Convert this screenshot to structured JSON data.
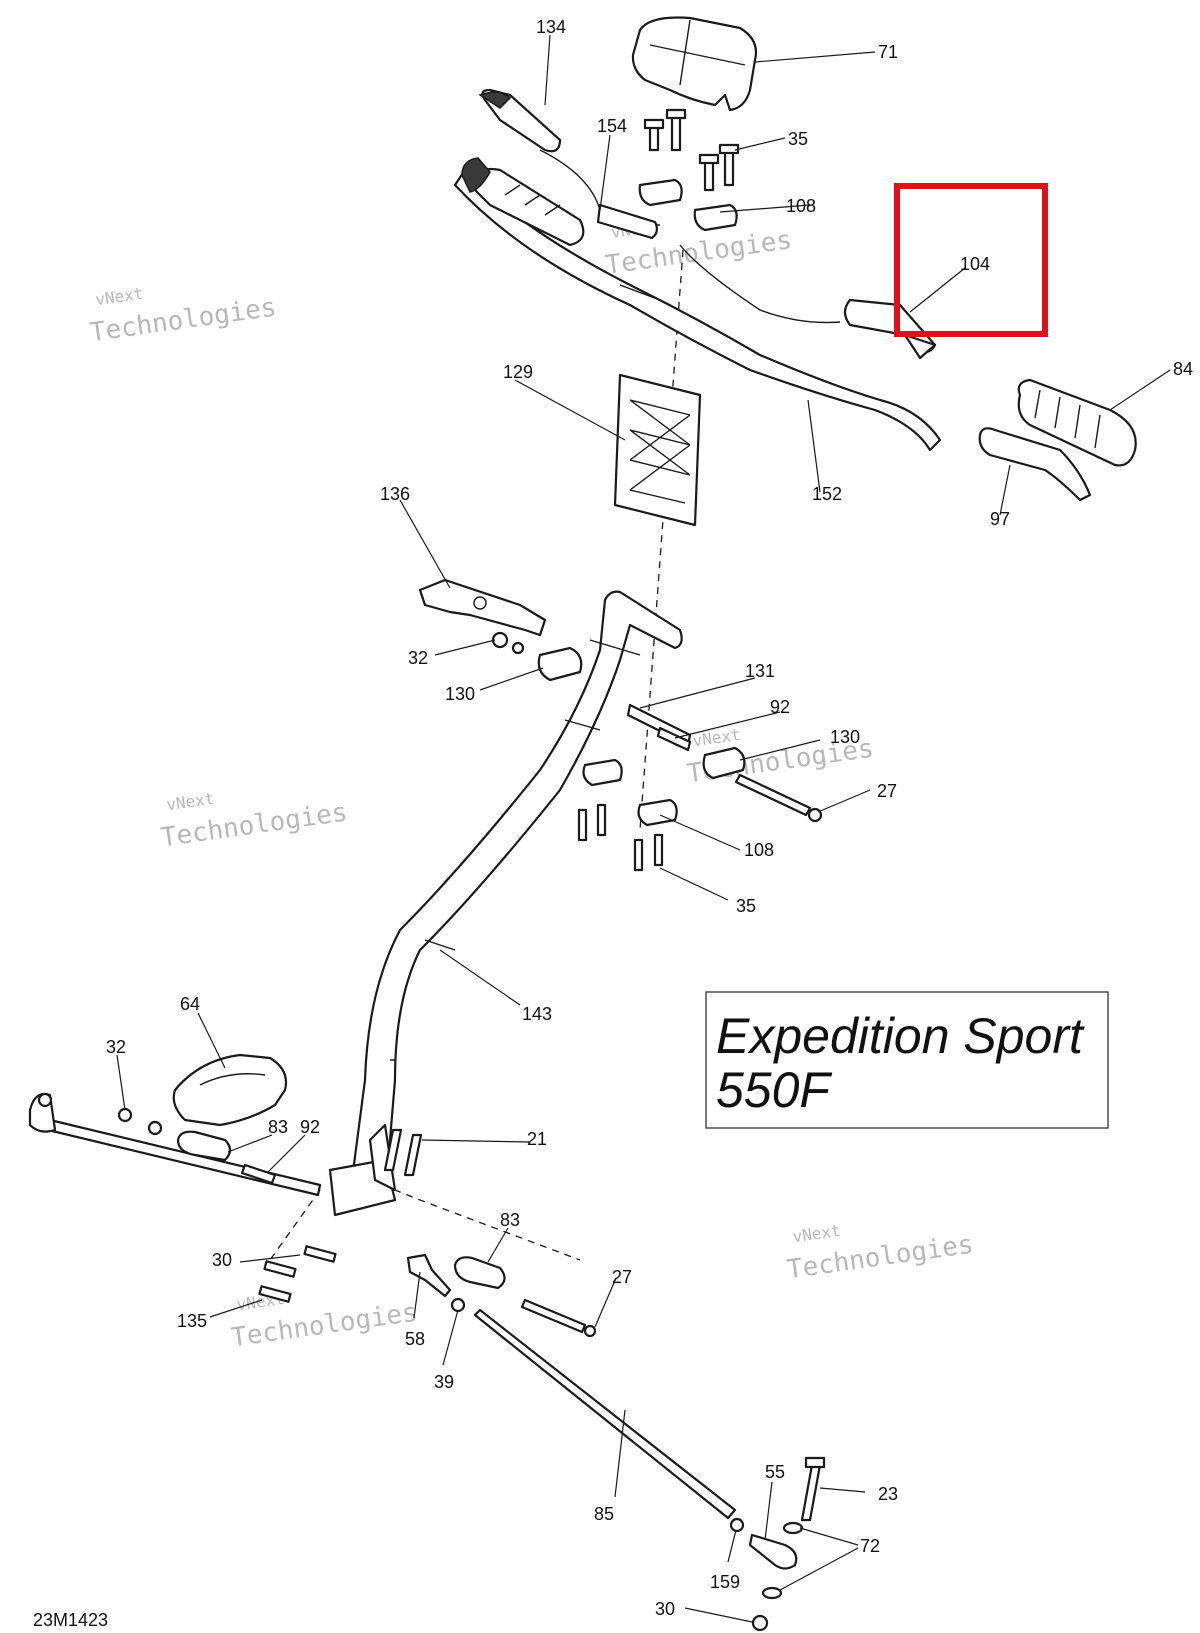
{
  "diagram_code": "23M1423",
  "model_box": {
    "line1": "Expedition Sport",
    "line2": "550F"
  },
  "watermark": {
    "line1": "vNext",
    "line2": "Technologies"
  },
  "highlighted_part": "104",
  "callouts": [
    {
      "id": "c134",
      "label": "134"
    },
    {
      "id": "c71",
      "label": "71"
    },
    {
      "id": "c154",
      "label": "154"
    },
    {
      "id": "c35a",
      "label": "35"
    },
    {
      "id": "c108a",
      "label": "108"
    },
    {
      "id": "c104",
      "label": "104"
    },
    {
      "id": "c129",
      "label": "129"
    },
    {
      "id": "c84",
      "label": "84"
    },
    {
      "id": "c152",
      "label": "152"
    },
    {
      "id": "c97",
      "label": "97"
    },
    {
      "id": "c136",
      "label": "136"
    },
    {
      "id": "c32a",
      "label": "32"
    },
    {
      "id": "c130a",
      "label": "130"
    },
    {
      "id": "c131",
      "label": "131"
    },
    {
      "id": "c92a",
      "label": "92"
    },
    {
      "id": "c130b",
      "label": "130"
    },
    {
      "id": "c27a",
      "label": "27"
    },
    {
      "id": "c108b",
      "label": "108"
    },
    {
      "id": "c35b",
      "label": "35"
    },
    {
      "id": "c143",
      "label": "143"
    },
    {
      "id": "c64",
      "label": "64"
    },
    {
      "id": "c32b",
      "label": "32"
    },
    {
      "id": "c83a",
      "label": "83"
    },
    {
      "id": "c92b",
      "label": "92"
    },
    {
      "id": "c21",
      "label": "21"
    },
    {
      "id": "c30a",
      "label": "30"
    },
    {
      "id": "c135",
      "label": "135"
    },
    {
      "id": "c83b",
      "label": "83"
    },
    {
      "id": "c27b",
      "label": "27"
    },
    {
      "id": "c58",
      "label": "58"
    },
    {
      "id": "c39",
      "label": "39"
    },
    {
      "id": "c85",
      "label": "85"
    },
    {
      "id": "c55",
      "label": "55"
    },
    {
      "id": "c23",
      "label": "23"
    },
    {
      "id": "c72",
      "label": "72"
    },
    {
      "id": "c159",
      "label": "159"
    },
    {
      "id": "c30b",
      "label": "30"
    }
  ]
}
